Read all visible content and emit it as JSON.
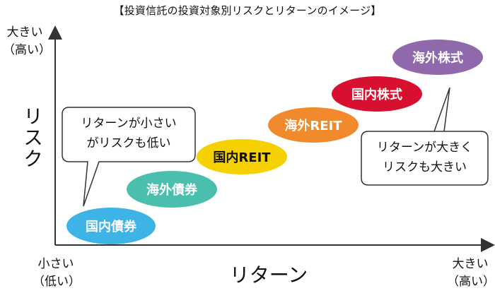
{
  "title": "【投資信託の投資対象別リスクとリターンのイメージ】",
  "y_axis": {
    "label": "リスク",
    "high_line1": "大きい",
    "high_line2": "（高い）"
  },
  "x_axis": {
    "label": "リターン",
    "low_line1": "小さい",
    "low_line2": "（低い）",
    "high_line1": "大きい",
    "high_line2": "（高い）"
  },
  "assets": [
    {
      "label": "国内債券",
      "color": "#3db4e5"
    },
    {
      "label": "海外債券",
      "color": "#4bbfae"
    },
    {
      "label": "国内REIT",
      "color": "#f5d100"
    },
    {
      "label": "海外REIT",
      "color": "#f08a2c"
    },
    {
      "label": "国内株式",
      "color": "#d8102f"
    },
    {
      "label": "海外株式",
      "color": "#9069ac"
    }
  ],
  "callouts": {
    "low": {
      "line1": "リターンが小さい",
      "line2": "がリスクも低い"
    },
    "high": {
      "line1": "リターンが大きく",
      "line2": "リスクも大きい"
    }
  }
}
